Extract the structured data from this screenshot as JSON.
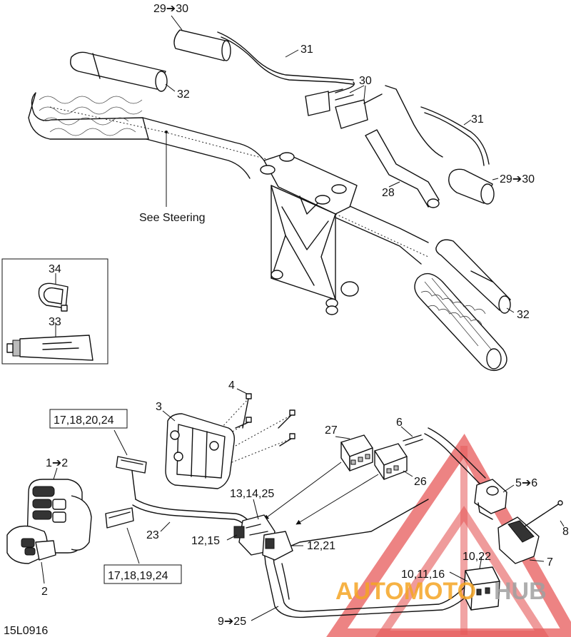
{
  "diagram": {
    "code": "15L0916",
    "labels": {
      "l29_30_top": "29➔30",
      "l31_top": "31",
      "l32_top": "32",
      "l30": "30",
      "l31_right": "31",
      "l29_30_right": "29➔30",
      "l28": "28",
      "see_steering": "See Steering",
      "l34": "34",
      "l33": "33",
      "l32_right": "32",
      "l4": "4",
      "l3": "3",
      "box_top": "17,18,20,24",
      "l1_2": "1➔2",
      "l2": "2",
      "l27": "27",
      "l6": "6",
      "l26": "26",
      "l13_14_25": "13,14,25",
      "l5_6": "5➔6",
      "l8": "8",
      "l23": "23",
      "l12_15": "12,15",
      "l12_21": "12,21",
      "l7": "7",
      "l10_22": "10,22",
      "l10_11_16": "10,11,16",
      "box_bottom": "17,18,19,24",
      "l9_25": "9➔25"
    },
    "watermark": {
      "part1": "AUTOMOTO",
      "part2": "HUB",
      "color_red": "#e03030",
      "color_orange": "#f5a524"
    }
  }
}
